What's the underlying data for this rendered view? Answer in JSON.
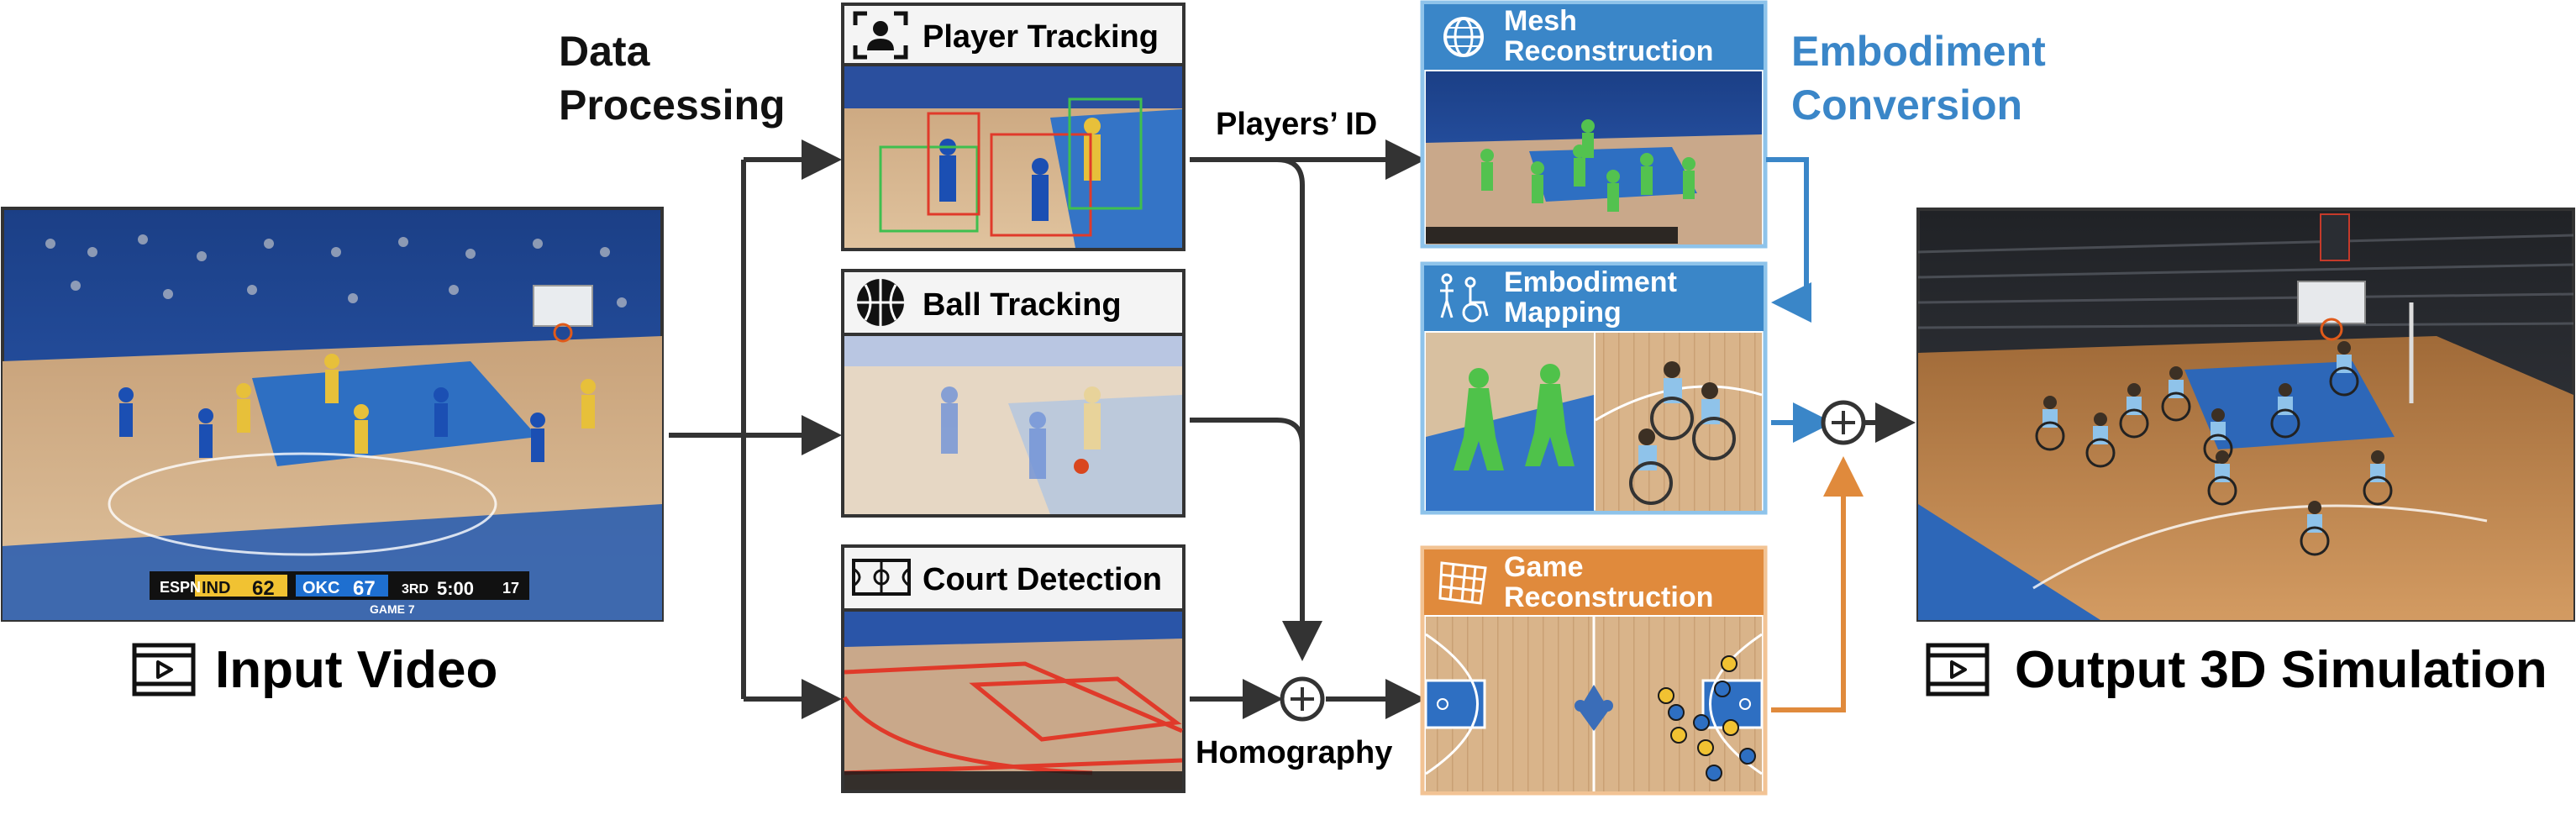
{
  "titles": {
    "data_processing": [
      "Data",
      "Processing"
    ],
    "embodiment_conversion": [
      "Embodiment",
      "Conversion"
    ]
  },
  "labels": {
    "input_video": "Input Video",
    "output_sim": "Output 3D Simulation",
    "players_id": "Players’ ID",
    "homography": "Homography"
  },
  "modules": {
    "player_tracking": "Player Tracking",
    "ball_tracking": "Ball Tracking",
    "court_detection": "Court Detection",
    "mesh_reconstruction": [
      "Mesh",
      "Reconstruction"
    ],
    "embodiment_mapping": [
      "Embodiment",
      "Mapping"
    ],
    "game_reconstruction": [
      "Game",
      "Reconstruction"
    ]
  },
  "scoreboard": {
    "team1": "IND",
    "score1": "62",
    "team2": "OKC",
    "score2": "67",
    "quarter": "3RD",
    "clock": "5:00",
    "shot_clock": "17",
    "game": "GAME 7"
  },
  "icons": {
    "video": "film-play-icon",
    "player": "person-frame-icon",
    "ball": "basketball-icon",
    "court": "court-icon",
    "mesh": "globe-mesh-icon",
    "embodiment": "wheelchair-person-icon",
    "game": "grid-net-icon"
  },
  "colors": {
    "blue": "#3a86c8",
    "blue_border": "#8ec3ea",
    "orange": "#e08a3c",
    "orange_border": "#f2c394",
    "dark": "#333333",
    "tracking_green": "#3fbf4f",
    "tracking_red": "#e03a2a"
  }
}
